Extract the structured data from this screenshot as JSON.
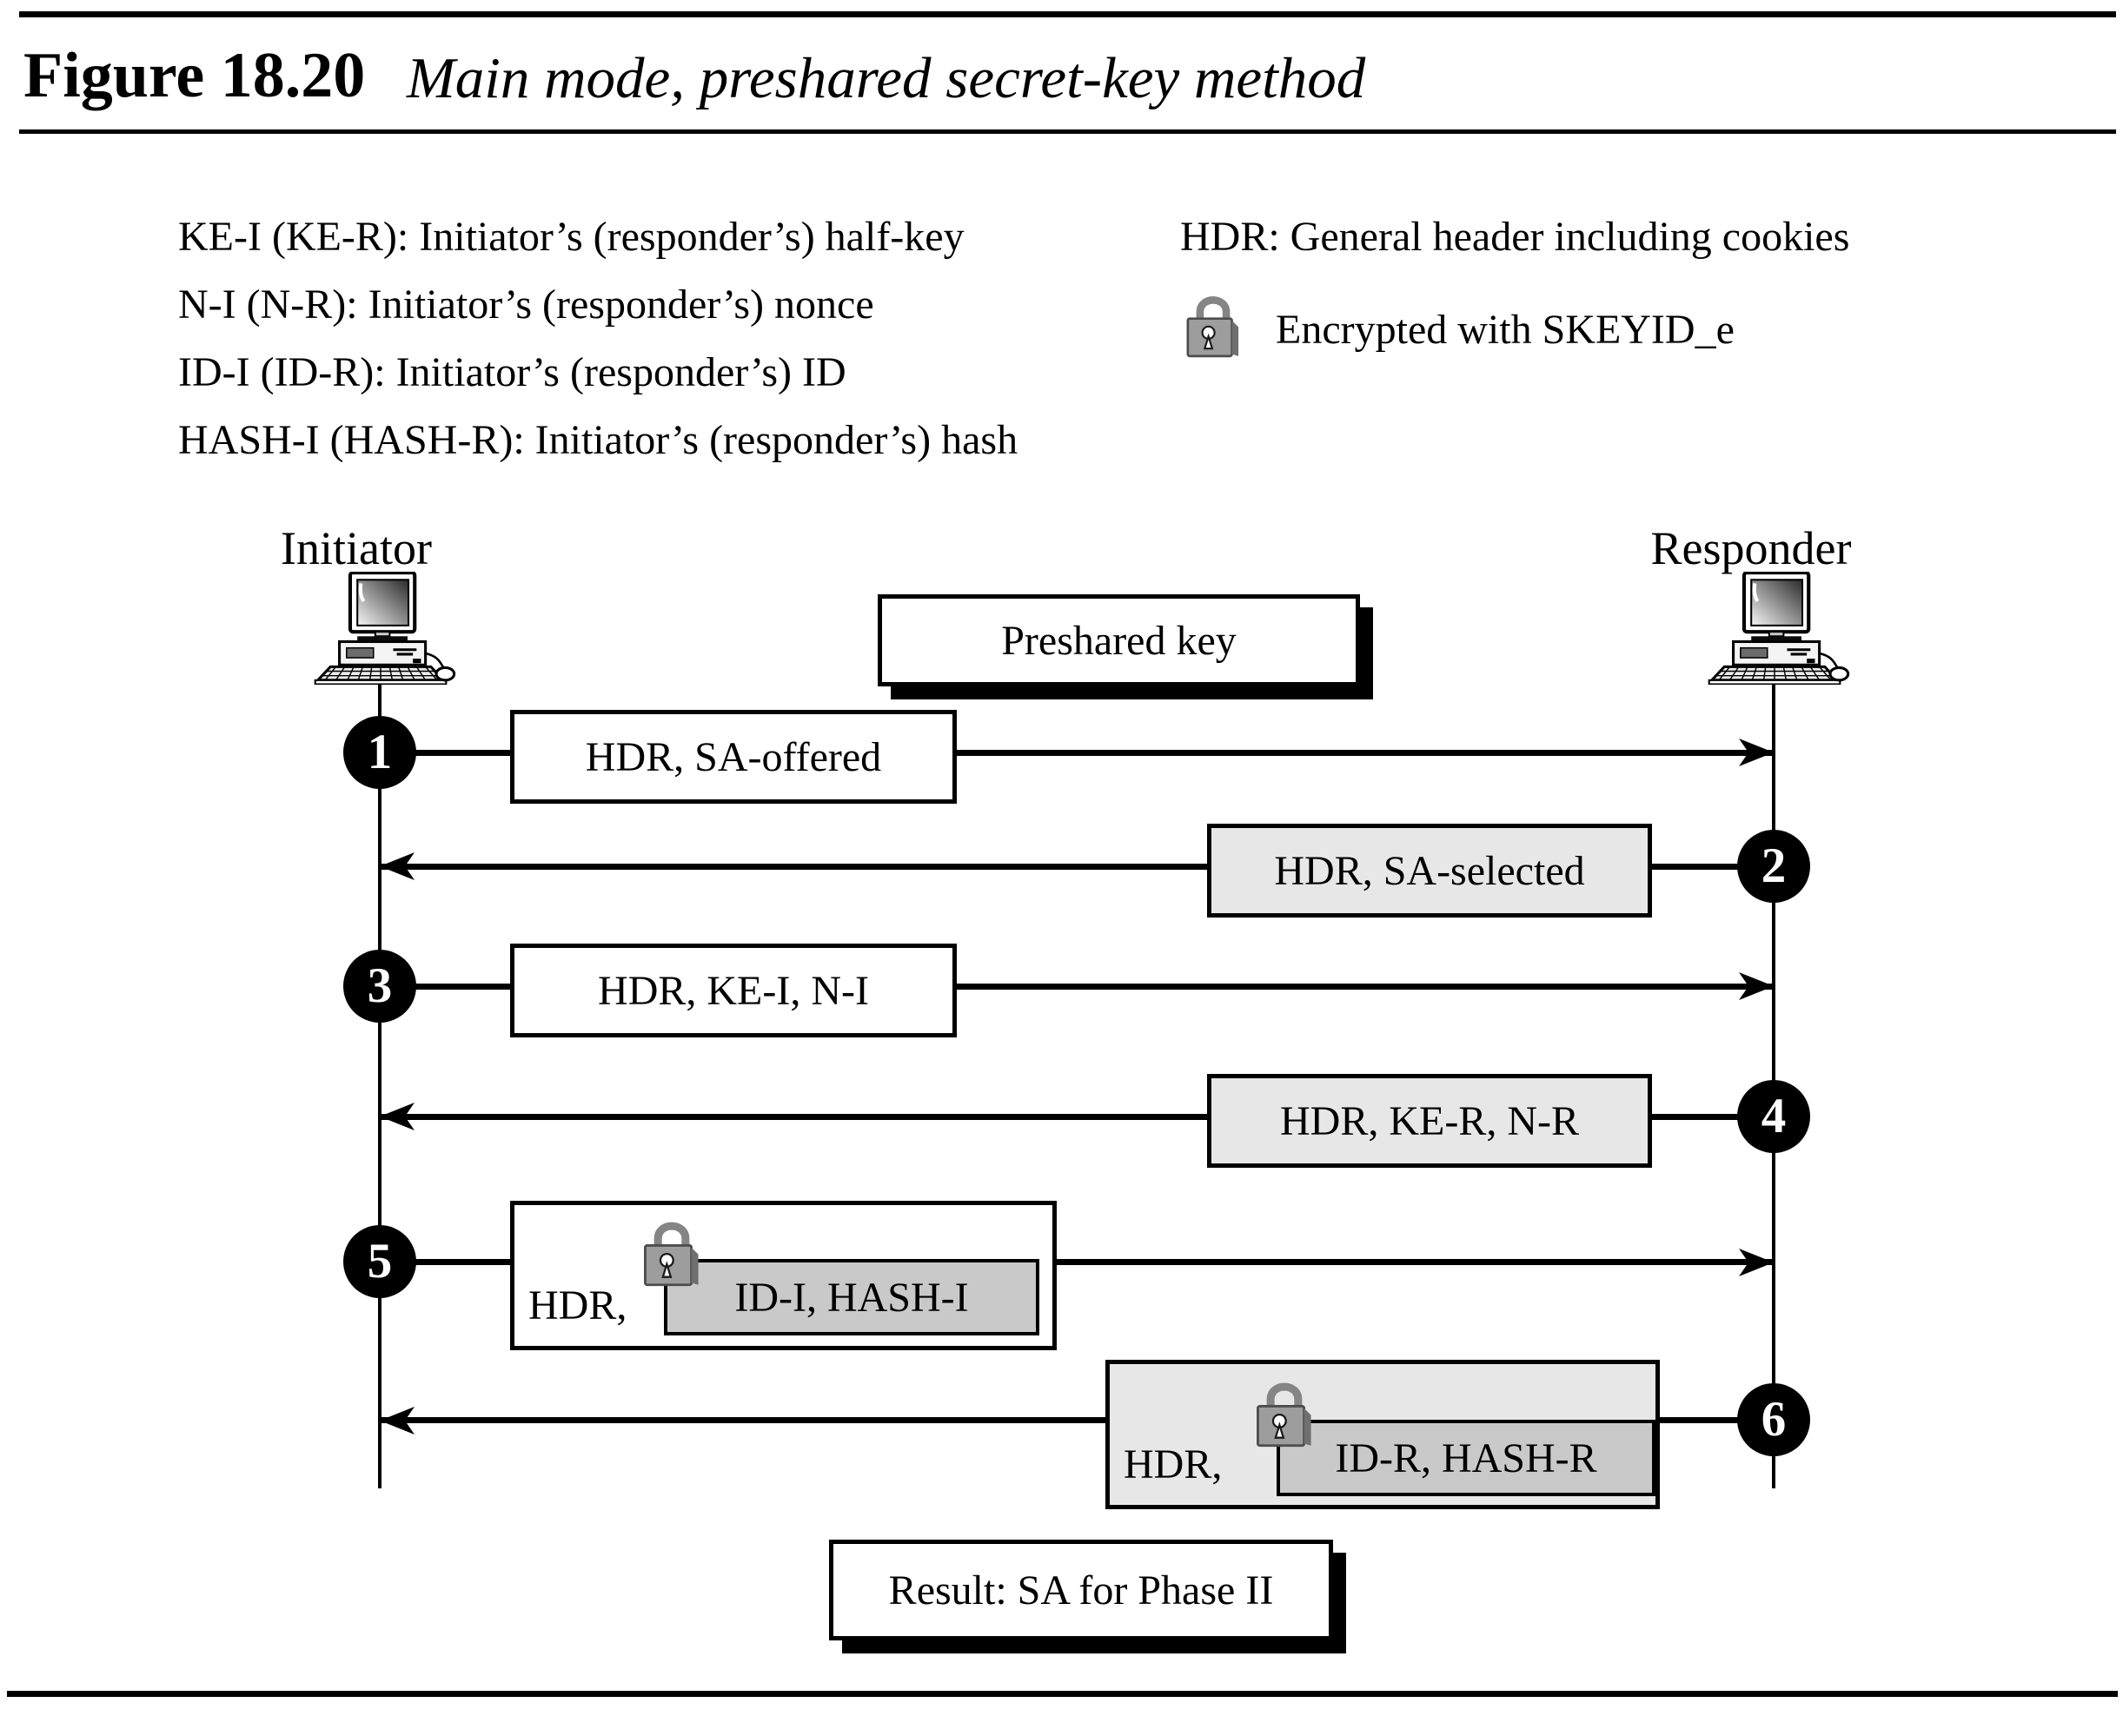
{
  "figure": {
    "label": "Figure 18.20",
    "caption": "Main mode, preshared secret-key method"
  },
  "legend": {
    "items": [
      "KE-I (KE-R): Initiator’s (responder’s) half-key",
      "N-I (N-R): Initiator’s (responder’s) nonce",
      "ID-I (ID-R): Initiator’s (responder’s) ID",
      "HASH-I (HASH-R): Initiator’s (responder’s) hash"
    ],
    "hdr": "HDR: General header including cookies",
    "encrypted": "Encrypted with SKEYID_e"
  },
  "actors": {
    "initiator": "Initiator",
    "responder": "Responder"
  },
  "preshared_key_label": "Preshared key",
  "result_label": "Result: SA for Phase II",
  "messages": [
    {
      "step": "1",
      "direction": "initiator-to-responder",
      "label": "HDR, SA-offered",
      "encrypted": false
    },
    {
      "step": "2",
      "direction": "responder-to-initiator",
      "label": "HDR, SA-selected",
      "encrypted": false
    },
    {
      "step": "3",
      "direction": "initiator-to-responder",
      "label": "HDR, KE-I, N-I",
      "encrypted": false
    },
    {
      "step": "4",
      "direction": "responder-to-initiator",
      "label": "HDR, KE-R, N-R",
      "encrypted": false
    },
    {
      "step": "5",
      "direction": "initiator-to-responder",
      "label_prefix": "HDR,",
      "encrypted_label": "ID-I, HASH-I",
      "encrypted": true
    },
    {
      "step": "6",
      "direction": "responder-to-initiator",
      "label_prefix": "HDR,",
      "encrypted_label": "ID-R, HASH-R",
      "encrypted": true
    }
  ],
  "colors": {
    "sent_box": "#ffffff",
    "received_box": "#e7e7e7",
    "encrypted_payload_box": "#c9c9c9",
    "line": "#000000"
  }
}
